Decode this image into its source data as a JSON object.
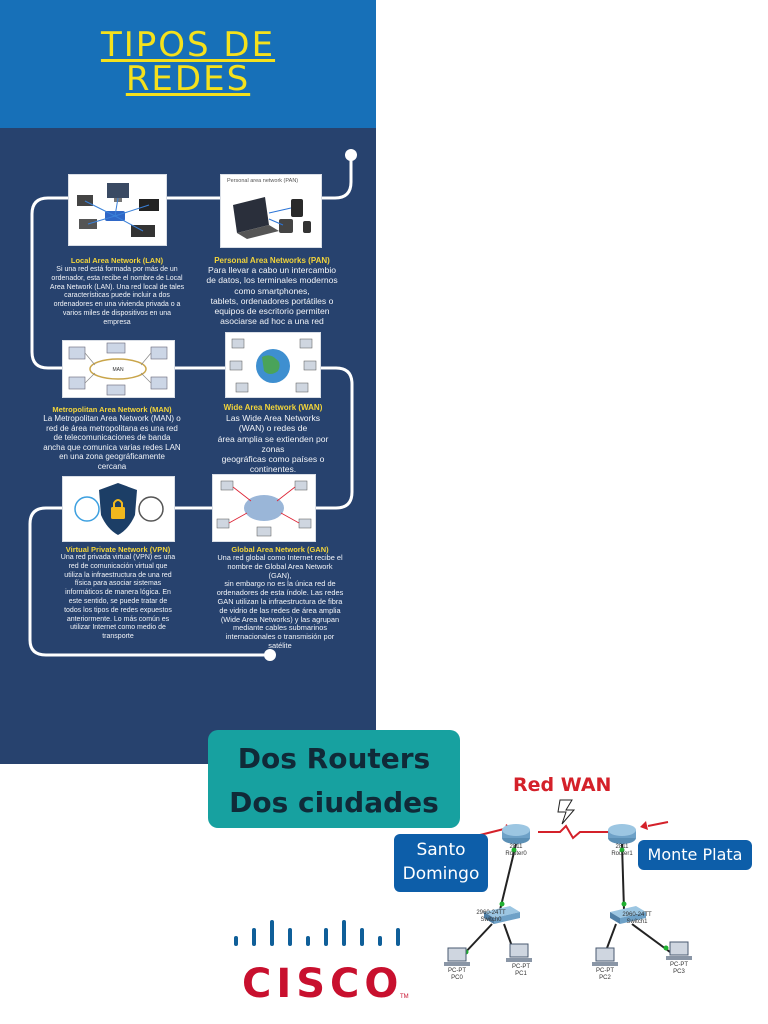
{
  "infographic": {
    "title_line1": "TIPOS DE",
    "title_line2": "REDES",
    "pan_caption": "Personal area network (PAN)",
    "man_label": "MAN",
    "cards": {
      "lan": {
        "title": "Local Area Network (LAN)",
        "text": "Si una red está formada por más de un\nordenador, esta recibe el nombre de Local\nArea Network (LAN). Una red local de tales\ncaracterísticas puede incluir a dos\nordenadores en una vivienda privada o a\nvarios miles de dispositivos en una\nempresa"
      },
      "pan": {
        "title": "Personal Area Networks (PAN)",
        "text": "Para llevar a cabo un intercambio\nde datos, los terminales modernos\ncomo smartphones,\ntablets, ordenadores portátiles o\nequipos de escritorio permiten\nasociarse ad hoc a una red"
      },
      "man": {
        "title": "Metropolitan Area Network (MAN)",
        "text": "La Metropolitan Area Network (MAN) o\nred de área metropolitana es una red\nde telecomunicaciones de banda\nancha que comunica varias redes LAN\nen una zona geográficamente\ncercana"
      },
      "wan": {
        "title": "Wide Area Network (WAN)",
        "text": "Las Wide Area Networks\n(WAN) o redes de\nárea amplia se extienden por\nzonas\ngeográficas como países o\ncontinentes."
      },
      "vpn": {
        "title": "Virtual Private Network (VPN)",
        "text": "Una red privada virtual (VPN) es una\nred de comunicación virtual que\nutiliza la infraestructura de una red\nfísica para asociar sistemas\ninformáticos de manera lógica. En\neste sentido, se puede tratar de\ntodos los tipos de redes expuestos\nanteriormente. Lo más común es\nutilizar Internet como medio de\ntransporte"
      },
      "gan": {
        "title": "Global Area Network (GAN)",
        "text": "Una red global como Internet recibe el\nnombre de Global Area Network\n(GAN),\nsin embargo no es la única red de\nordenadores de esta índole. Las redes\nGAN utilizan la infraestructura de fibra\nde vidrio de las redes de área amplia\n(Wide Area Networks) y las agrupan\nmediante cables submarinos\ninternacionales o transmisión por\nsatélite"
      }
    }
  },
  "promo": {
    "headline_line1": "Dos Routers",
    "headline_line2": "Dos ciudades",
    "wan_label": "Red WAN",
    "city_left_line1": "Santo",
    "city_left_line2": "Domingo",
    "city_right": "Monte Plata",
    "router0_model": "2811",
    "router0_name": "Router0",
    "router1_model": "2811",
    "router1_name": "Router1",
    "switch0_model": "2960-24TT",
    "switch0_name": "Switch0",
    "switch1_model": "2960-24TT",
    "switch1_name": "Switch1",
    "pcs": [
      {
        "type": "PC-PT",
        "name": "PC0"
      },
      {
        "type": "PC-PT",
        "name": "PC1"
      },
      {
        "type": "PC-PT",
        "name": "PC2"
      },
      {
        "type": "PC-PT",
        "name": "PC3"
      }
    ],
    "brand": "CISCO",
    "trademark": "TM"
  },
  "colors": {
    "header_blue": "#1770b8",
    "panel_navy": "#27426e",
    "title_yellow": "#f5e11c",
    "promo_teal": "#17a1a0",
    "city_blue": "#0d5ea9",
    "wan_red": "#d4212a",
    "cisco_red": "#c8102e"
  }
}
